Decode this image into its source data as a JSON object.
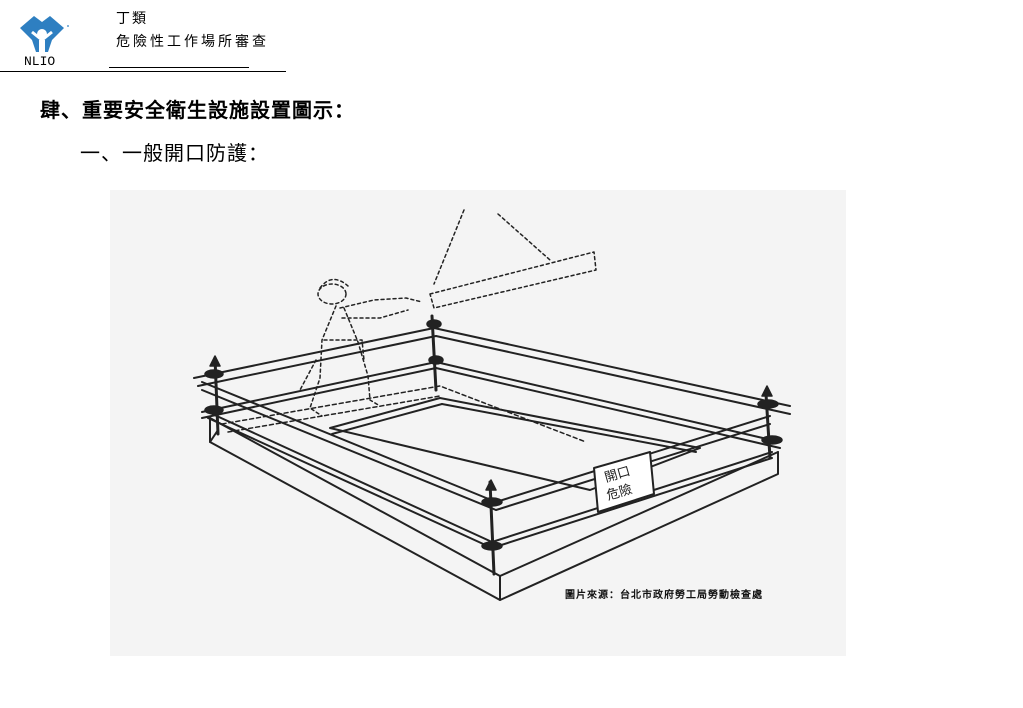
{
  "header": {
    "logo_text": "NLIO",
    "line1": "丁類",
    "line2": "危險性工作場所審查"
  },
  "content": {
    "section_title": "肆、重要安全衛生設施設置圖示：",
    "subsection_title": "一、一般開口防護："
  },
  "figure": {
    "sign_text_top": "開口",
    "sign_text_bottom": "危險",
    "caption": "圖片來源：台北市政府勞工局勞動檢查處"
  },
  "colors": {
    "logo_blue": "#2e7fc1",
    "figure_bg": "#f4f4f4"
  }
}
